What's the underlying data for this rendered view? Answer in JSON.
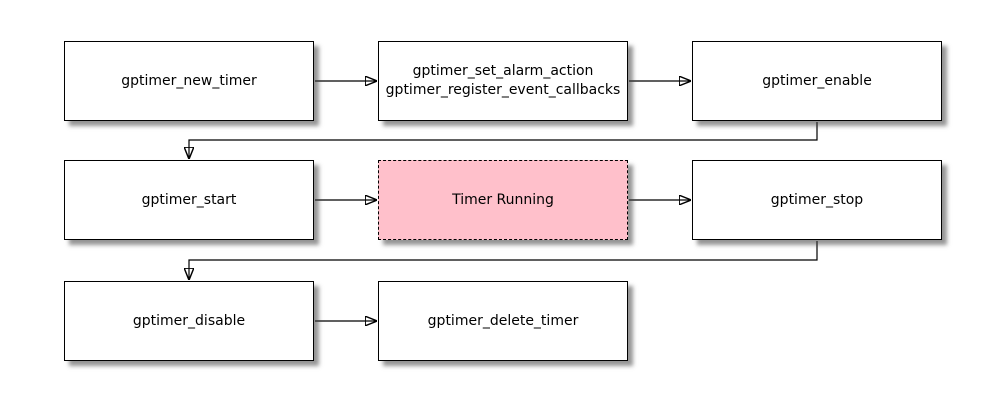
{
  "diagram": {
    "type": "flowchart",
    "background_color": "#ffffff",
    "node_border_color": "#000000",
    "node_fill_color": "#ffffff",
    "highlight_fill_color": "#ffc0cb",
    "text_color": "#000000",
    "nodes": [
      {
        "id": "gptimer_new_timer",
        "label": "gptimer_new_timer",
        "row": 1,
        "col": 1,
        "style": "solid"
      },
      {
        "id": "gptimer_set_alarm",
        "label": "gptimer_set_alarm_action\ngptimer_register_event_callbacks",
        "row": 1,
        "col": 2,
        "style": "solid"
      },
      {
        "id": "gptimer_enable",
        "label": "gptimer_enable",
        "row": 1,
        "col": 3,
        "style": "solid"
      },
      {
        "id": "gptimer_start",
        "label": "gptimer_start",
        "row": 2,
        "col": 1,
        "style": "solid"
      },
      {
        "id": "timer_running",
        "label": "Timer Running",
        "row": 2,
        "col": 2,
        "style": "dashed-highlight"
      },
      {
        "id": "gptimer_stop",
        "label": "gptimer_stop",
        "row": 2,
        "col": 3,
        "style": "solid"
      },
      {
        "id": "gptimer_disable",
        "label": "gptimer_disable",
        "row": 3,
        "col": 1,
        "style": "solid"
      },
      {
        "id": "gptimer_delete_timer",
        "label": "gptimer_delete_timer",
        "row": 3,
        "col": 2,
        "style": "solid"
      }
    ],
    "edges": [
      {
        "from": "gptimer_new_timer",
        "to": "gptimer_set_alarm"
      },
      {
        "from": "gptimer_set_alarm",
        "to": "gptimer_enable"
      },
      {
        "from": "gptimer_enable",
        "to": "gptimer_start"
      },
      {
        "from": "gptimer_start",
        "to": "timer_running"
      },
      {
        "from": "timer_running",
        "to": "gptimer_stop"
      },
      {
        "from": "gptimer_stop",
        "to": "gptimer_disable"
      },
      {
        "from": "gptimer_disable",
        "to": "gptimer_delete_timer"
      }
    ]
  }
}
